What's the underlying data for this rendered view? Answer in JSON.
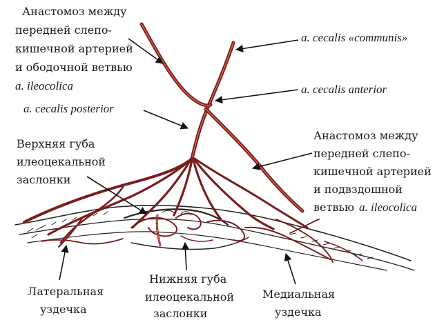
{
  "labels": {
    "anastomosis_colic": [
      "Анастомоз между",
      "передней слепо-",
      "кишечной артерией",
      "и ободочной ветвью",
      "a. ileocolica"
    ],
    "cecalis_communis": "a. cecalis «communis»",
    "cecalis_anterior": "a. cecalis anterior",
    "cecalis_posterior": "a. cecalis posterior",
    "upper_lip": [
      "Верхняя губа",
      "илеоцекальной",
      "заслонки"
    ],
    "anastomosis_ileal": [
      "Анастомоз между",
      "передней слепо-",
      "кишечной артерией",
      "и подвздошной",
      "ветвью",
      "a. ileocolica"
    ],
    "lateral_frenulum": [
      "Латеральная",
      "уздечка"
    ],
    "lower_lip": [
      "Нижняя губа",
      "илеоцекальной",
      "заслонки"
    ],
    "medial_frenulum": [
      "Медиальная",
      "уздечка"
    ]
  },
  "colors": {
    "vessel": "#7a1c1c",
    "vessel_highlight": "#d9664e",
    "lines": "#111111"
  }
}
